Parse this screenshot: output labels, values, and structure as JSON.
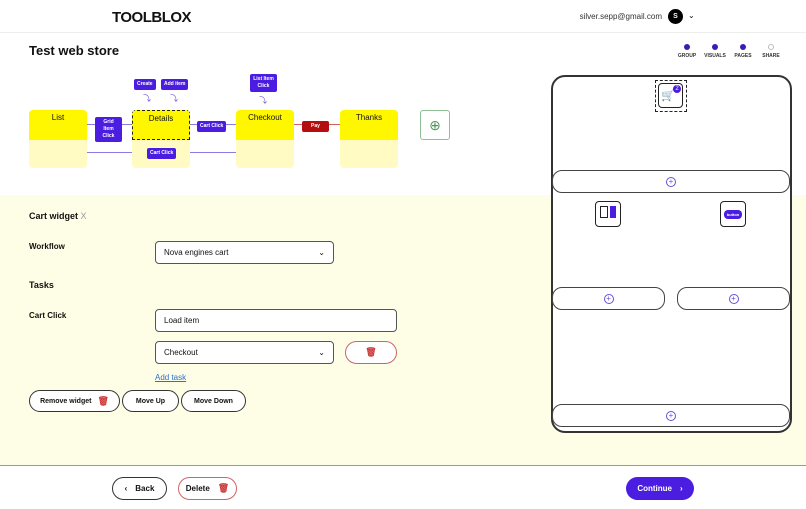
{
  "header": {
    "logo": "TOOLBLOX",
    "email": "silver.sepp@gmail.com",
    "avatar_initial": "S"
  },
  "page": {
    "title": "Test web store"
  },
  "steps": [
    {
      "label": "GROUP",
      "done": true
    },
    {
      "label": "VISUALS",
      "done": true
    },
    {
      "label": "PAGES",
      "done": true
    },
    {
      "label": "SHARE",
      "done": false
    }
  ],
  "flow": {
    "pages": [
      "List",
      "Details",
      "Checkout",
      "Thanks"
    ],
    "transitions": {
      "grid_item_click": "Grid Item Click",
      "cart_click_1": "Cart Click",
      "pay": "Pay",
      "cart_click_2": "Cart Click",
      "create": "Create",
      "add_item": "Add item",
      "list_item_click": "List Item Click"
    },
    "add_page_icon": "plus-icon"
  },
  "widget": {
    "title": "Cart widget",
    "close": "X",
    "workflow_label": "Workflow",
    "workflow_value": "Nova engines cart",
    "tasks_label": "Tasks",
    "event_label": "Cart Click",
    "task_input": "Load item",
    "task_select": "Checkout",
    "add_task": "Add task",
    "remove_widget": "Remove widget",
    "move_up": "Move Up",
    "move_down": "Move Down"
  },
  "preview": {
    "cart_badge": "2",
    "button_widget_label": "button"
  },
  "footer": {
    "back": "Back",
    "delete": "Delete",
    "continue": "Continue"
  },
  "colors": {
    "accent": "#4a1de0",
    "page_header": "#fff700",
    "danger": "#c33"
  }
}
